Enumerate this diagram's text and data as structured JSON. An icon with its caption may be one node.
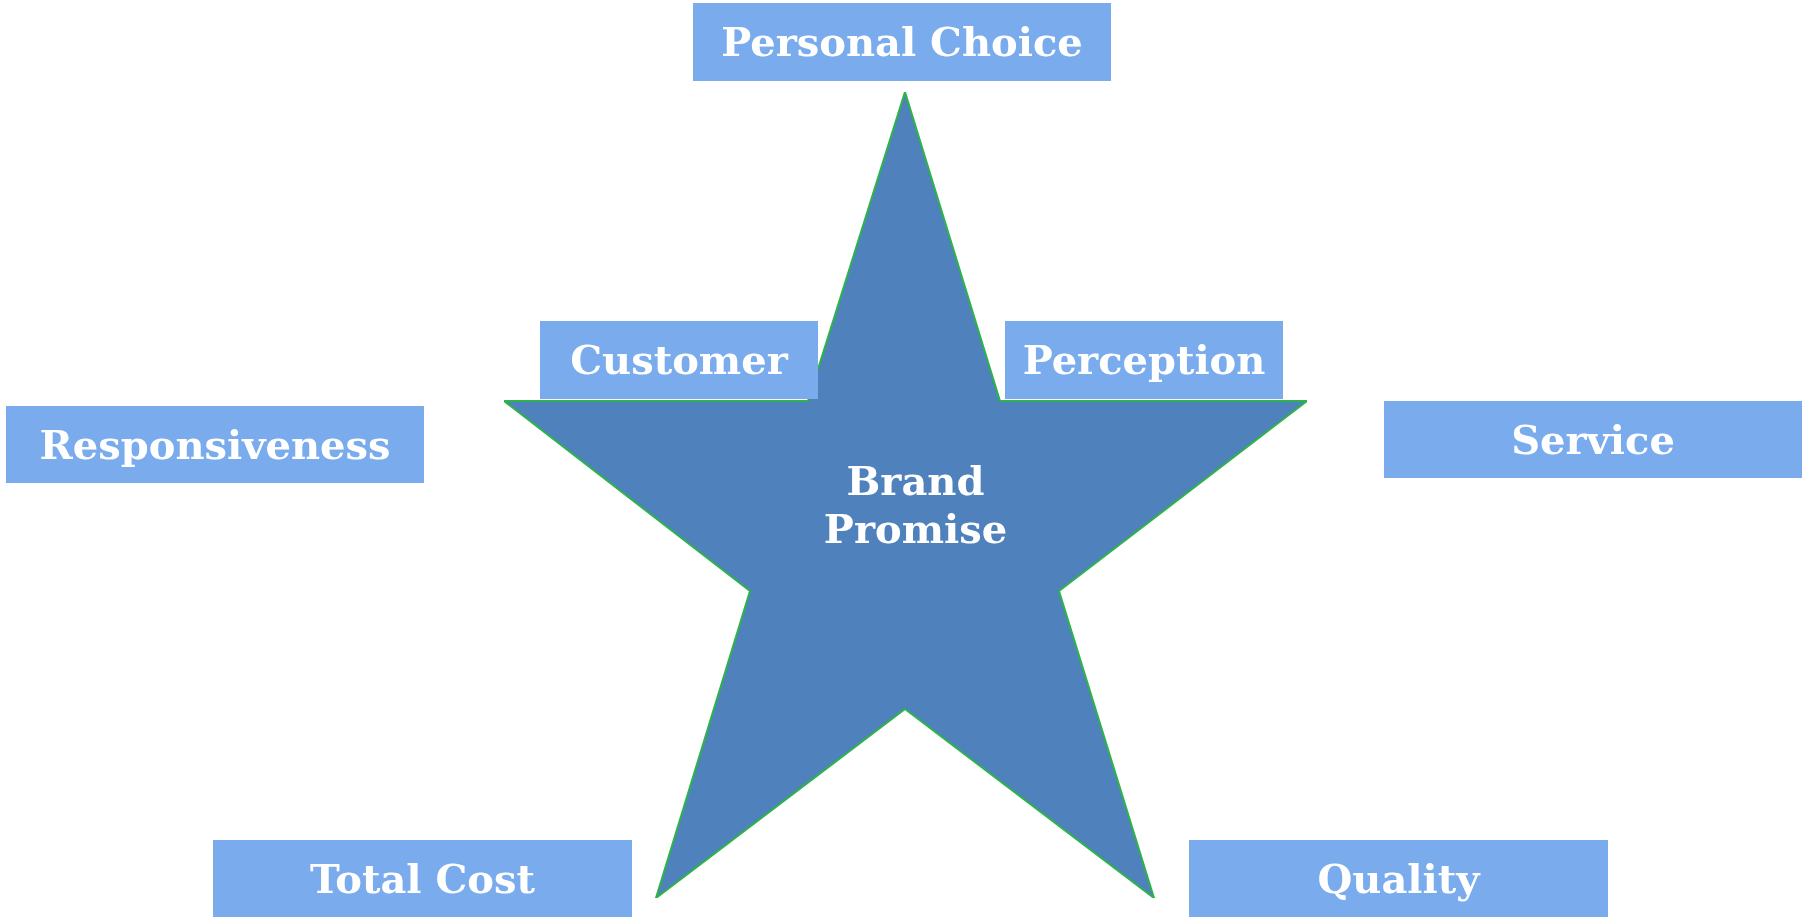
{
  "diagram": {
    "nodes": [
      {
        "text": [
          "Personal Choice"
        ]
      },
      {
        "text": [
          "Customer"
        ]
      },
      {
        "text": [
          "Perception"
        ]
      },
      {
        "text": [
          "Responsiveness"
        ]
      },
      {
        "text": [
          "Service"
        ]
      },
      {
        "text": [
          "Brand Promise"
        ]
      },
      {
        "text": [
          "Total Cost"
        ]
      },
      {
        "text": [
          "Quality"
        ]
      }
    ],
    "edges": []
  }
}
